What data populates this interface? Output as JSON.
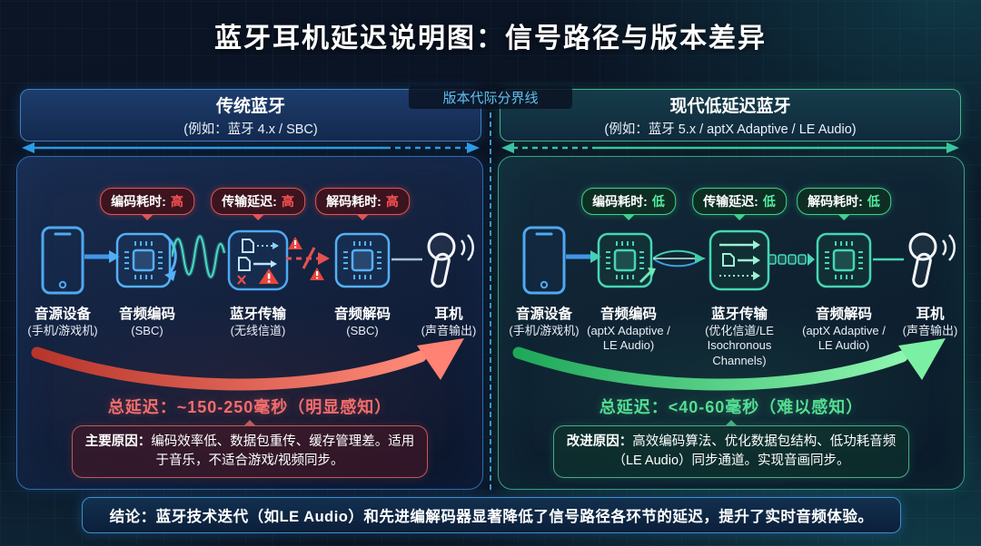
{
  "title": "蓝牙耳机延迟说明图：信号路径与版本差异",
  "divider_label": "版本代际分界线",
  "left": {
    "header_title": "传统蓝牙",
    "header_subtitle": "(例如：蓝牙 4.x / SBC)",
    "badges": [
      {
        "label": "编码耗时:",
        "value": "高"
      },
      {
        "label": "传输延迟:",
        "value": "高"
      },
      {
        "label": "解码耗时:",
        "value": "高"
      }
    ],
    "stages": [
      {
        "name": "音源设备",
        "sub": "(手机/游戏机)"
      },
      {
        "name": "音频编码",
        "sub": "(SBC)"
      },
      {
        "name": "蓝牙传输",
        "sub": "(无线信道)"
      },
      {
        "name": "音频解码",
        "sub": "(SBC)"
      },
      {
        "name": "耳机",
        "sub": "(声音输出)"
      }
    ],
    "total_label": "总延迟：",
    "total_value": "~150-250毫秒（明显感知）",
    "reason_label": "主要原因：",
    "reason_text": "编码效率低、数据包重传、缓存管理差。适用于音乐，不适合游戏/视频同步。"
  },
  "right": {
    "header_title": "现代低延迟蓝牙",
    "header_subtitle": "(例如：蓝牙 5.x / aptX Adaptive / LE Audio)",
    "badges": [
      {
        "label": "编码耗时:",
        "value": "低"
      },
      {
        "label": "传输延迟:",
        "value": "低"
      },
      {
        "label": "解码耗时:",
        "value": "低"
      }
    ],
    "stages": [
      {
        "name": "音源设备",
        "sub": "(手机/游戏机)"
      },
      {
        "name": "音频编码",
        "sub": "(aptX Adaptive / LE Audio)"
      },
      {
        "name": "蓝牙传输",
        "sub": "(优化信道/LE Isochronous Channels)"
      },
      {
        "name": "音频解码",
        "sub": "(aptX Adaptive / LE Audio)"
      },
      {
        "name": "耳机",
        "sub": "(声音输出)"
      }
    ],
    "total_label": "总延迟：",
    "total_value": "<40-60毫秒（难以感知）",
    "reason_label": "改进原因：",
    "reason_text": "高效编码算法、优化数据包结构、低功耗音频（LE Audio）同步通道。实现音画同步。"
  },
  "conclusion_label": "结论：",
  "conclusion_text": "蓝牙技术迭代（如LE Audio）和先进编解码器显著降低了信号路径各环节的延迟，提升了实时音频体验。",
  "colors": {
    "accent_blue": "#4fa8f0",
    "accent_teal": "#46d6b2",
    "bad_red": "#ff5252",
    "good_green": "#55eca0",
    "divider_cyan": "#5fc2ef"
  }
}
